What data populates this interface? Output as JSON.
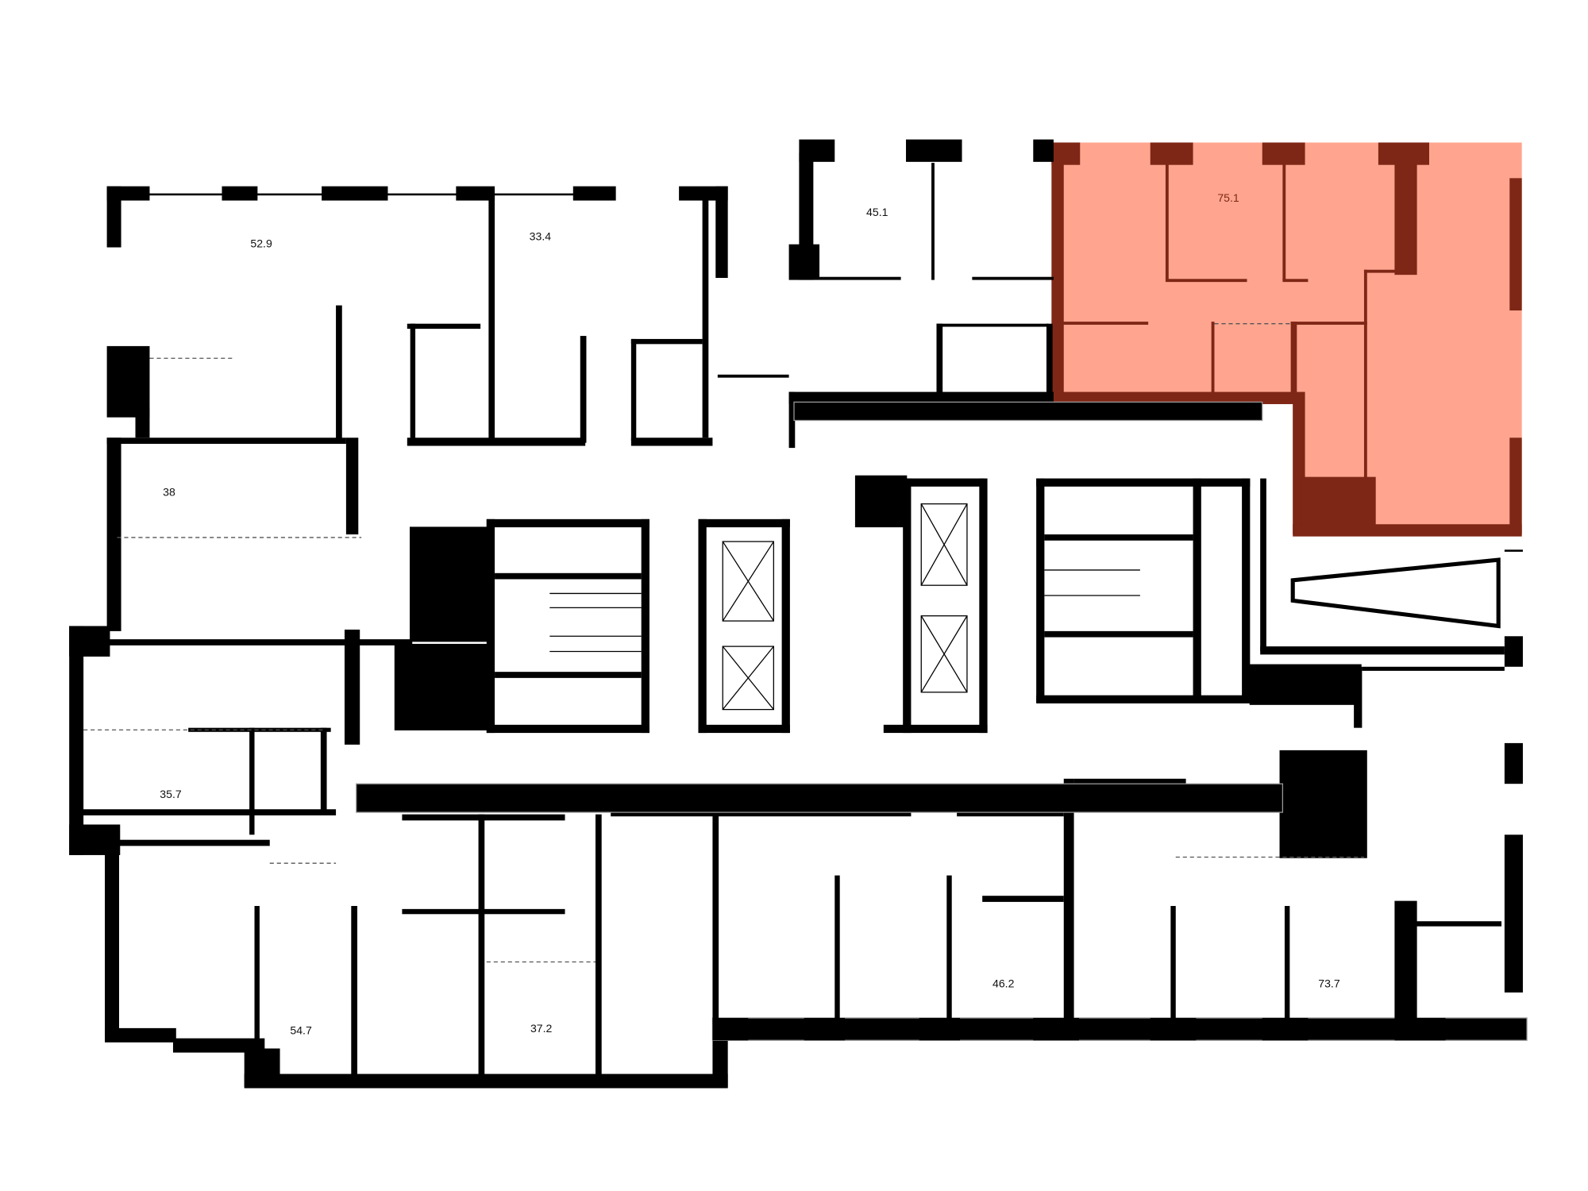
{
  "plan": {
    "highlight_color": "#FFA58F",
    "highlight_wall_color": "#7F2716",
    "wall_color": "#000000",
    "apartments": [
      {
        "id": "apt-52-9",
        "area": "52.9"
      },
      {
        "id": "apt-33-4",
        "area": "33.4"
      },
      {
        "id": "apt-45-1",
        "area": "45.1"
      },
      {
        "id": "apt-75-1",
        "area": "75.1",
        "highlighted": true
      },
      {
        "id": "apt-38",
        "area": "38"
      },
      {
        "id": "apt-35-7",
        "area": "35.7"
      },
      {
        "id": "apt-54-7",
        "area": "54.7"
      },
      {
        "id": "apt-37-2",
        "area": "37.2"
      },
      {
        "id": "apt-46-2",
        "area": "46.2"
      },
      {
        "id": "apt-73-7",
        "area": "73.7"
      }
    ]
  }
}
